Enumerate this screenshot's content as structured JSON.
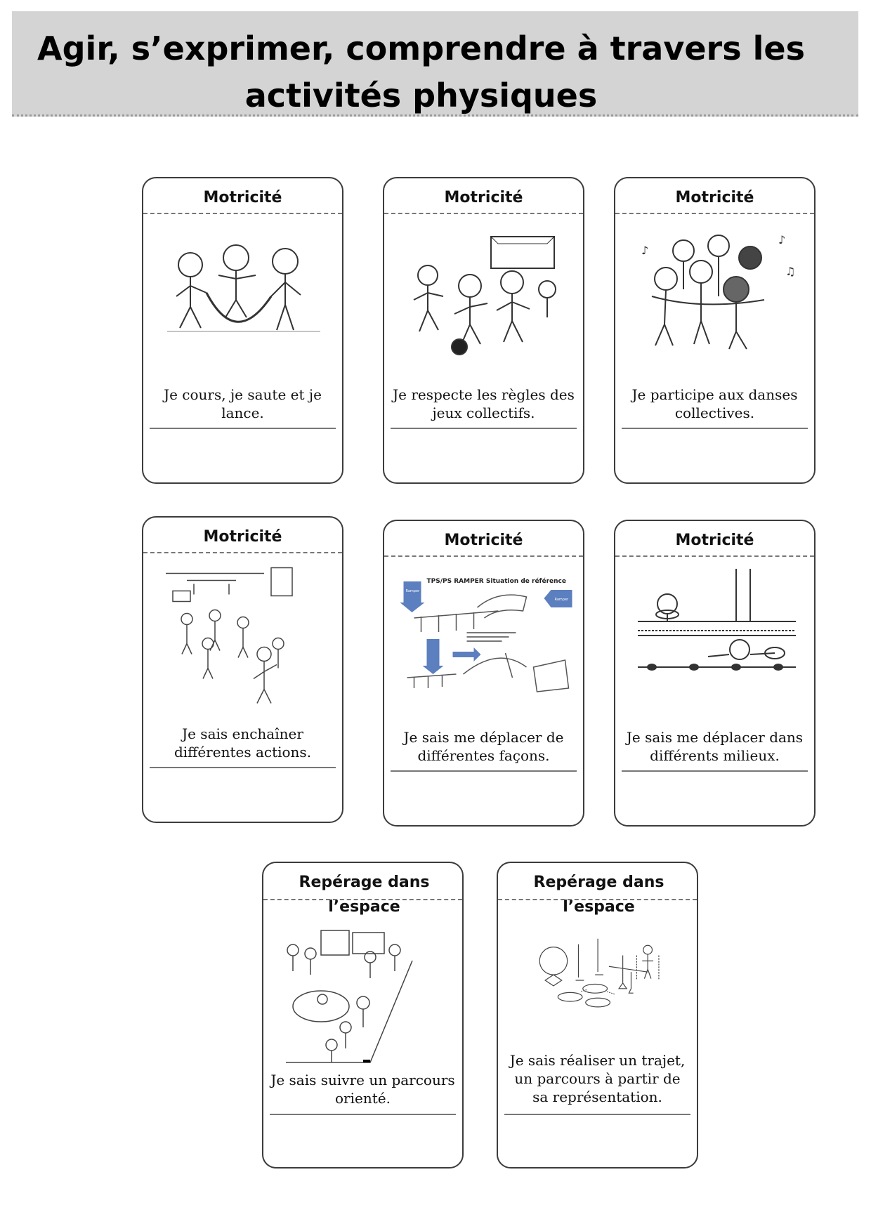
{
  "header": {
    "title_line1": "Agir, s’exprimer, comprendre à travers les",
    "title_line2": "activités physiques"
  },
  "cards": [
    {
      "title": "Motricité",
      "text": "Je cours, je saute et je lance.",
      "illustration": "jump-rope-children"
    },
    {
      "title": "Motricité",
      "text": "Je respecte les règles des jeux collectifs.",
      "illustration": "soccer-game-children"
    },
    {
      "title": "Motricité",
      "text": "Je participe aux danses collectives.",
      "illustration": "dancing-children"
    },
    {
      "title": "Motricité",
      "text": "Je sais enchaîner différentes actions.",
      "illustration": "gym-circuit"
    },
    {
      "title": "Motricité",
      "text": "Je sais me déplacer de différentes façons.",
      "illustration": "crawling-course-diagram",
      "diagram_labels": {
        "heading": "TPS/PS RAMPER   Situation de référence",
        "arrow_left": "Ramper",
        "arrow_right": "Ramper"
      }
    },
    {
      "title": "Motricité",
      "text": "Je sais me déplacer dans différents milieux.",
      "illustration": "swimming-pool-children"
    },
    {
      "title": "Repérage dans l’espace",
      "text": "Je sais suivre un parcours orienté.",
      "illustration": "oriented-course"
    },
    {
      "title": "Repérage dans l’espace",
      "text": "Je sais réaliser un trajet, un parcours à partir de sa représentation.",
      "illustration": "path-diagram"
    }
  ]
}
